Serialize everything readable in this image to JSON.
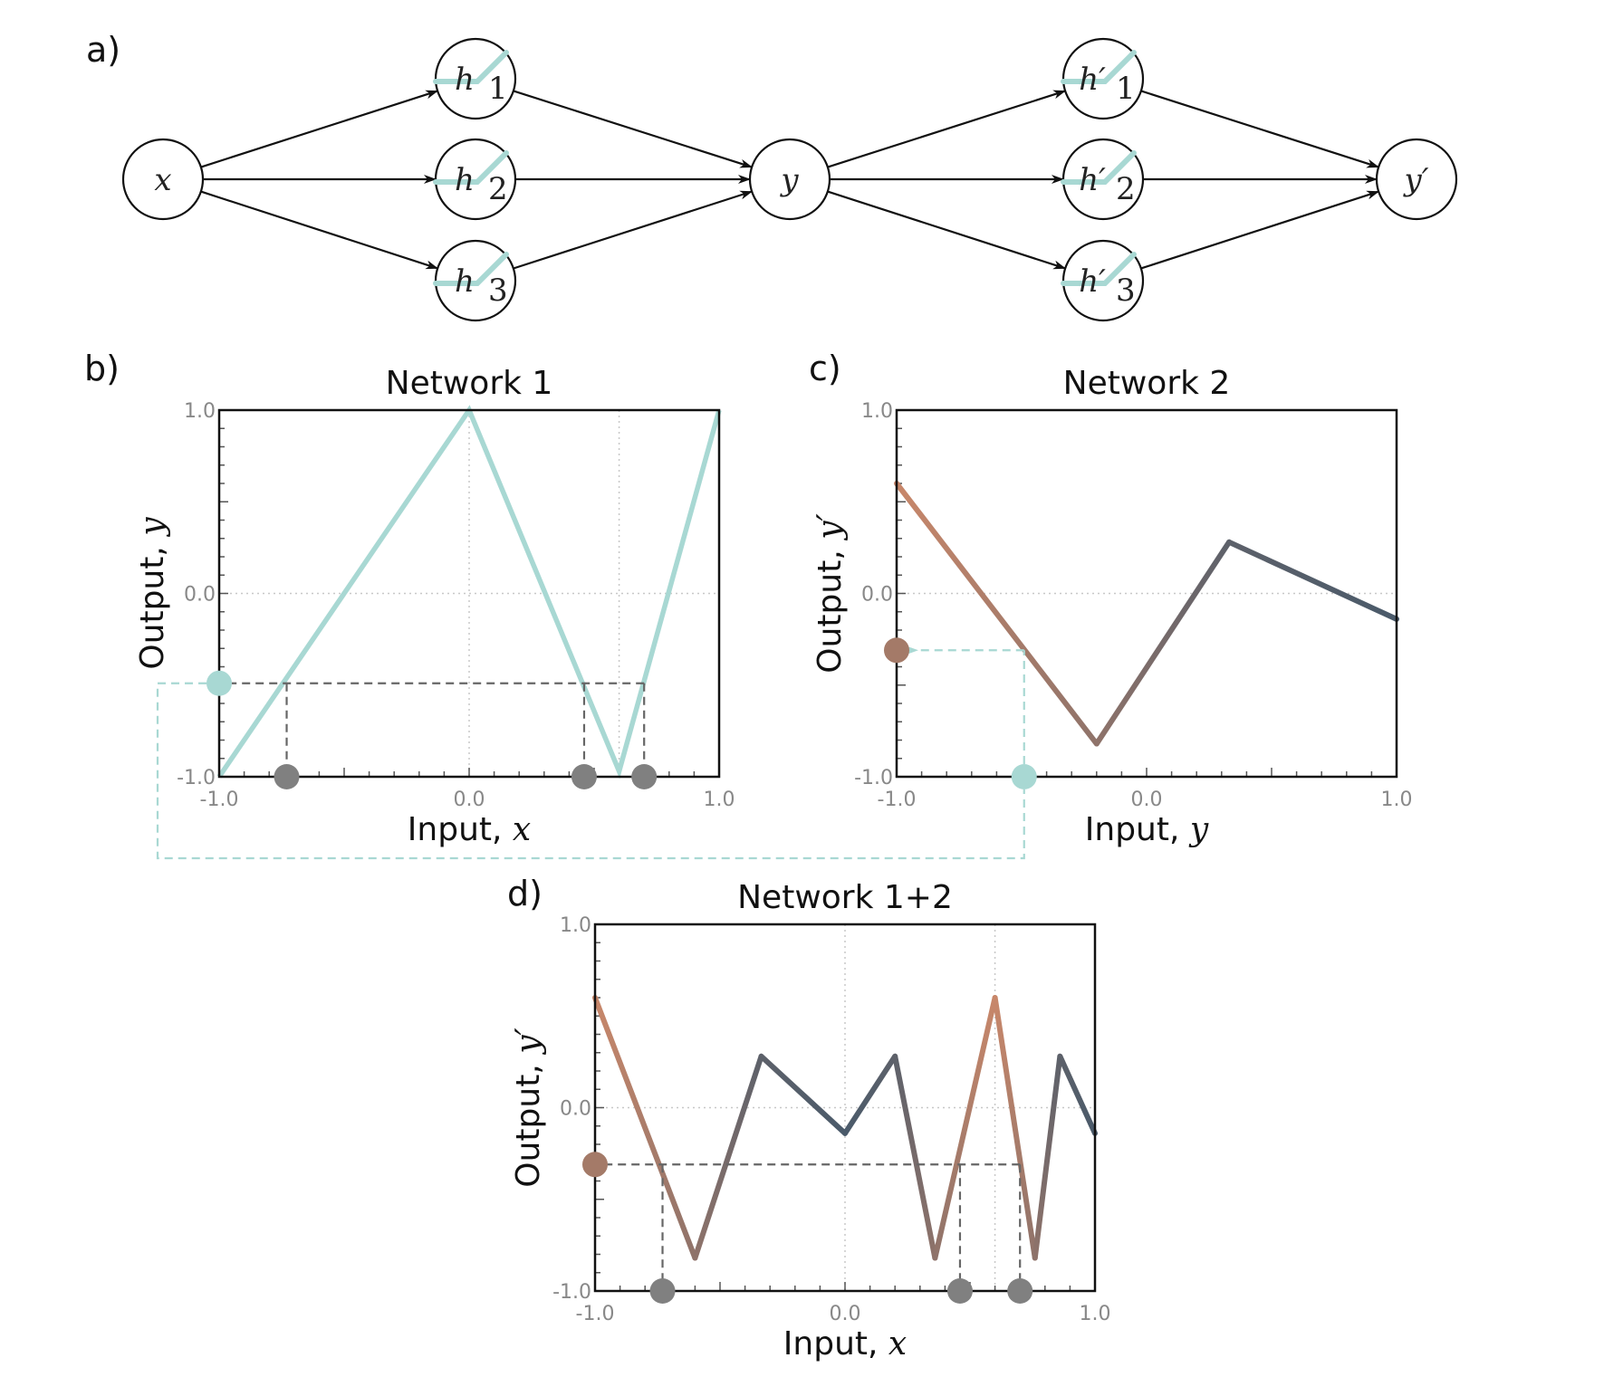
{
  "panel_a": {
    "label": "a)",
    "nodes": [
      {
        "id": "x",
        "text": "x",
        "sub": ""
      },
      {
        "id": "h1",
        "text": "h",
        "sub": "1"
      },
      {
        "id": "h2",
        "text": "h",
        "sub": "2"
      },
      {
        "id": "h3",
        "text": "h",
        "sub": "3"
      },
      {
        "id": "y",
        "text": "y",
        "sub": ""
      },
      {
        "id": "h1p",
        "text": "h′",
        "sub": "1"
      },
      {
        "id": "h2p",
        "text": "h′",
        "sub": "2"
      },
      {
        "id": "h3p",
        "text": "h′",
        "sub": "3"
      },
      {
        "id": "yp",
        "text": "y′",
        "sub": ""
      }
    ],
    "edges": [
      [
        "x",
        "h1"
      ],
      [
        "x",
        "h2"
      ],
      [
        "x",
        "h3"
      ],
      [
        "h1",
        "y"
      ],
      [
        "h2",
        "y"
      ],
      [
        "h3",
        "y"
      ],
      [
        "y",
        "h1p"
      ],
      [
        "y",
        "h2p"
      ],
      [
        "y",
        "h3p"
      ],
      [
        "h1p",
        "yp"
      ],
      [
        "h2p",
        "yp"
      ],
      [
        "h3p",
        "yp"
      ]
    ],
    "relu_color": "#a8d8d3"
  },
  "colors": {
    "teal": "#a8d8d3",
    "orange": "#c8876a",
    "slate": "#4a5a6a",
    "gray_dot": "#808080"
  },
  "chart_data": [
    {
      "panel": "b)",
      "type": "line",
      "title": "Network 1",
      "xlabel": "Input, ",
      "xlabel_var": "x",
      "ylabel": "Output, ",
      "ylabel_var": "y",
      "xlim": [
        -1.0,
        1.0
      ],
      "ylim": [
        -1.0,
        1.0
      ],
      "xticks": [
        "-1.0",
        "0.0",
        "1.0"
      ],
      "yticks": [
        "-1.0",
        "0.0",
        "1.0"
      ],
      "series": [
        {
          "x": [
            -1.0,
            0.0,
            0.6,
            1.0
          ],
          "y": [
            -1.0,
            1.0,
            -0.97,
            1.0
          ],
          "color": "teal"
        }
      ],
      "level": -0.49,
      "preimages": [
        -0.73,
        0.46,
        0.7
      ],
      "vgrid": [
        0.0,
        0.6
      ],
      "hgrid": [
        0.0
      ]
    },
    {
      "panel": "c)",
      "type": "line",
      "title": "Network 2",
      "xlabel": "Input, ",
      "xlabel_var": "y",
      "ylabel": "Output, ",
      "ylabel_var": "y′",
      "xlim": [
        -1.0,
        1.0
      ],
      "ylim": [
        -1.0,
        1.0
      ],
      "xticks": [
        "-1.0",
        "0.0",
        "1.0"
      ],
      "yticks": [
        "-1.0",
        "0.0",
        "1.0"
      ],
      "series": [
        {
          "x": [
            -1.0,
            -0.2,
            0.33,
            1.0
          ],
          "y": [
            0.6,
            -0.82,
            0.28,
            -0.14
          ],
          "gradient": true
        }
      ],
      "input_marker": -0.49,
      "output_marker": -0.31,
      "hgrid": [
        0.0
      ]
    },
    {
      "panel": "d)",
      "type": "line",
      "title": "Network 1+2",
      "xlabel": "Input, ",
      "xlabel_var": "x",
      "ylabel": "Output, ",
      "ylabel_var": "y′",
      "xlim": [
        -1.0,
        1.0
      ],
      "ylim": [
        -1.0,
        1.0
      ],
      "xticks": [
        "-1.0",
        "0.0",
        "1.0"
      ],
      "yticks": [
        "-1.0",
        "0.0",
        "1.0"
      ],
      "series": [
        {
          "x": [
            -1.0,
            -0.6,
            -0.335,
            0.0,
            0.2,
            0.36,
            0.6,
            0.76,
            0.86,
            1.0
          ],
          "y": [
            0.6,
            -0.82,
            0.28,
            -0.14,
            0.28,
            -0.82,
            0.6,
            -0.82,
            0.28,
            -0.14
          ],
          "gradient": true
        }
      ],
      "level": -0.31,
      "preimages": [
        -0.73,
        0.46,
        0.7
      ],
      "vgrid": [
        0.0,
        0.6
      ],
      "hgrid": [
        0.0
      ]
    }
  ]
}
